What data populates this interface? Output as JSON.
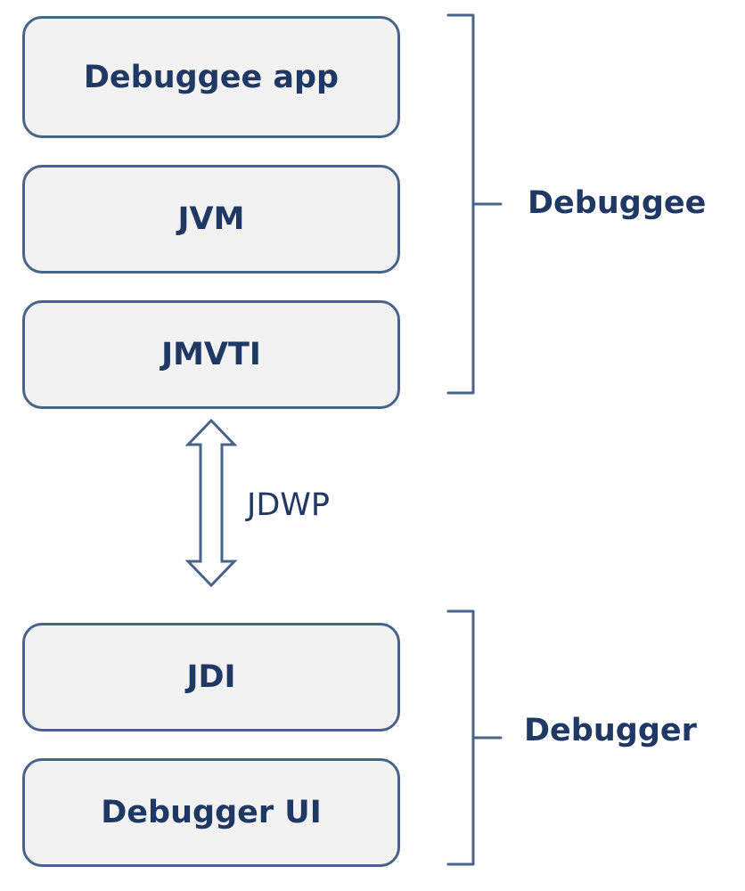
{
  "layers": {
    "debuggee_app": "Debuggee app",
    "jvm": "JVM",
    "jmvti": "JMVTI",
    "jdi": "JDI",
    "debugger_ui": "Debugger UI"
  },
  "groups": {
    "debuggee": "Debuggee",
    "debugger": "Debugger"
  },
  "protocol": {
    "label": "JDWP"
  },
  "colors": {
    "box_fill": "#f2f2f2",
    "box_border": "#4a6389",
    "text": "#203864",
    "bracket": "#4a6389"
  }
}
